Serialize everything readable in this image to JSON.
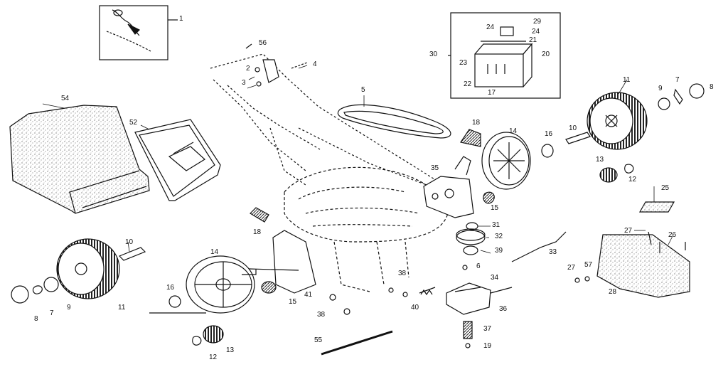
{
  "diagram": {
    "part_numbers": [
      "1",
      "2",
      "3",
      "4",
      "5",
      "6",
      "7",
      "8",
      "9",
      "10",
      "11",
      "12",
      "13",
      "14",
      "15",
      "16",
      "17",
      "18",
      "19",
      "20",
      "21",
      "22",
      "23",
      "24",
      "25",
      "26",
      "27",
      "28",
      "29",
      "30",
      "31",
      "32",
      "33",
      "34",
      "35",
      "36",
      "37",
      "38",
      "39",
      "40",
      "41",
      "52",
      "54",
      "55",
      "56",
      "57"
    ]
  },
  "labels": {
    "p1": "1",
    "p2": "2",
    "p3": "3",
    "p4": "4",
    "p5": "5",
    "p56": "56",
    "p54": "54",
    "p52": "52",
    "p18a": "18",
    "p18b": "18",
    "p14a": "14",
    "p14b": "14",
    "p16a": "16",
    "p16b": "16",
    "p10a": "10",
    "p10b": "10",
    "p11a": "11",
    "p11b": "11",
    "p9a": "9",
    "p9b": "9",
    "p7a": "7",
    "p7b": "7",
    "p8a": "8",
    "p8b": "8",
    "p13a": "13",
    "p13b": "13",
    "p12a": "12",
    "p12b": "12",
    "p15a": "15",
    "p15b": "15",
    "p35": "35",
    "p30": "30",
    "p29": "29",
    "p24a": "24",
    "p24b": "24",
    "p21": "21",
    "p20": "20",
    "p23": "23",
    "p22": "22",
    "p17": "17",
    "p25": "25",
    "p27a": "27",
    "p27b": "27",
    "p26": "26",
    "p57": "57",
    "p28": "28",
    "p31": "31",
    "p32": "32",
    "p39": "39",
    "p33": "33",
    "p6": "6",
    "p34": "34",
    "p36": "36",
    "p37": "37",
    "p19": "19",
    "p40": "40",
    "p38a": "38",
    "p38b": "38",
    "p41": "41",
    "p55": "55"
  }
}
